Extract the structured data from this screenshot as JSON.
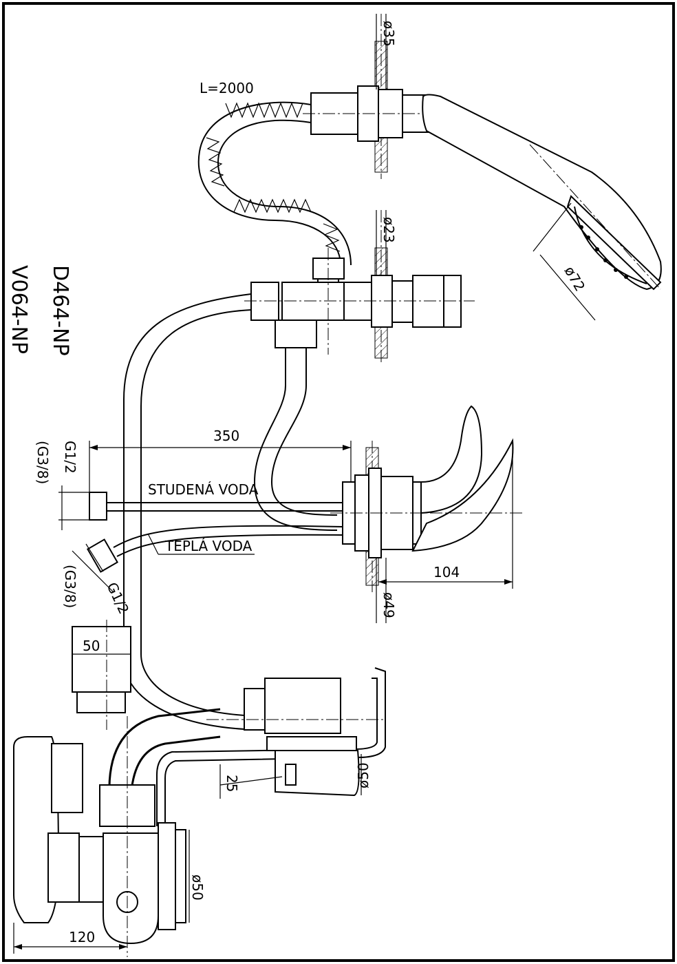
{
  "models": [
    "D464-NP",
    "V064-NP"
  ],
  "hose": {
    "length_label": "L=2000"
  },
  "dimensions": {
    "wall_bore_top": "ø35",
    "wall_bore_mid": "ø23",
    "shower_head": "ø72",
    "span": "350",
    "thread_cold": "G1/2",
    "thread_cold_alt": "(G3/8)",
    "thread_hot": "G1/2",
    "thread_hot_alt": "(G3/8)",
    "faucet_depth": "104",
    "faucet_bore": "ø49",
    "overflow_width": "50",
    "drain_offset": "25",
    "drain_diameter": "ø50",
    "trap_outlet": "ø50",
    "trap_width": "120"
  },
  "labels": {
    "cold_water": "STUDENÁ VODA",
    "hot_water": "TEPLÁ VODA"
  }
}
